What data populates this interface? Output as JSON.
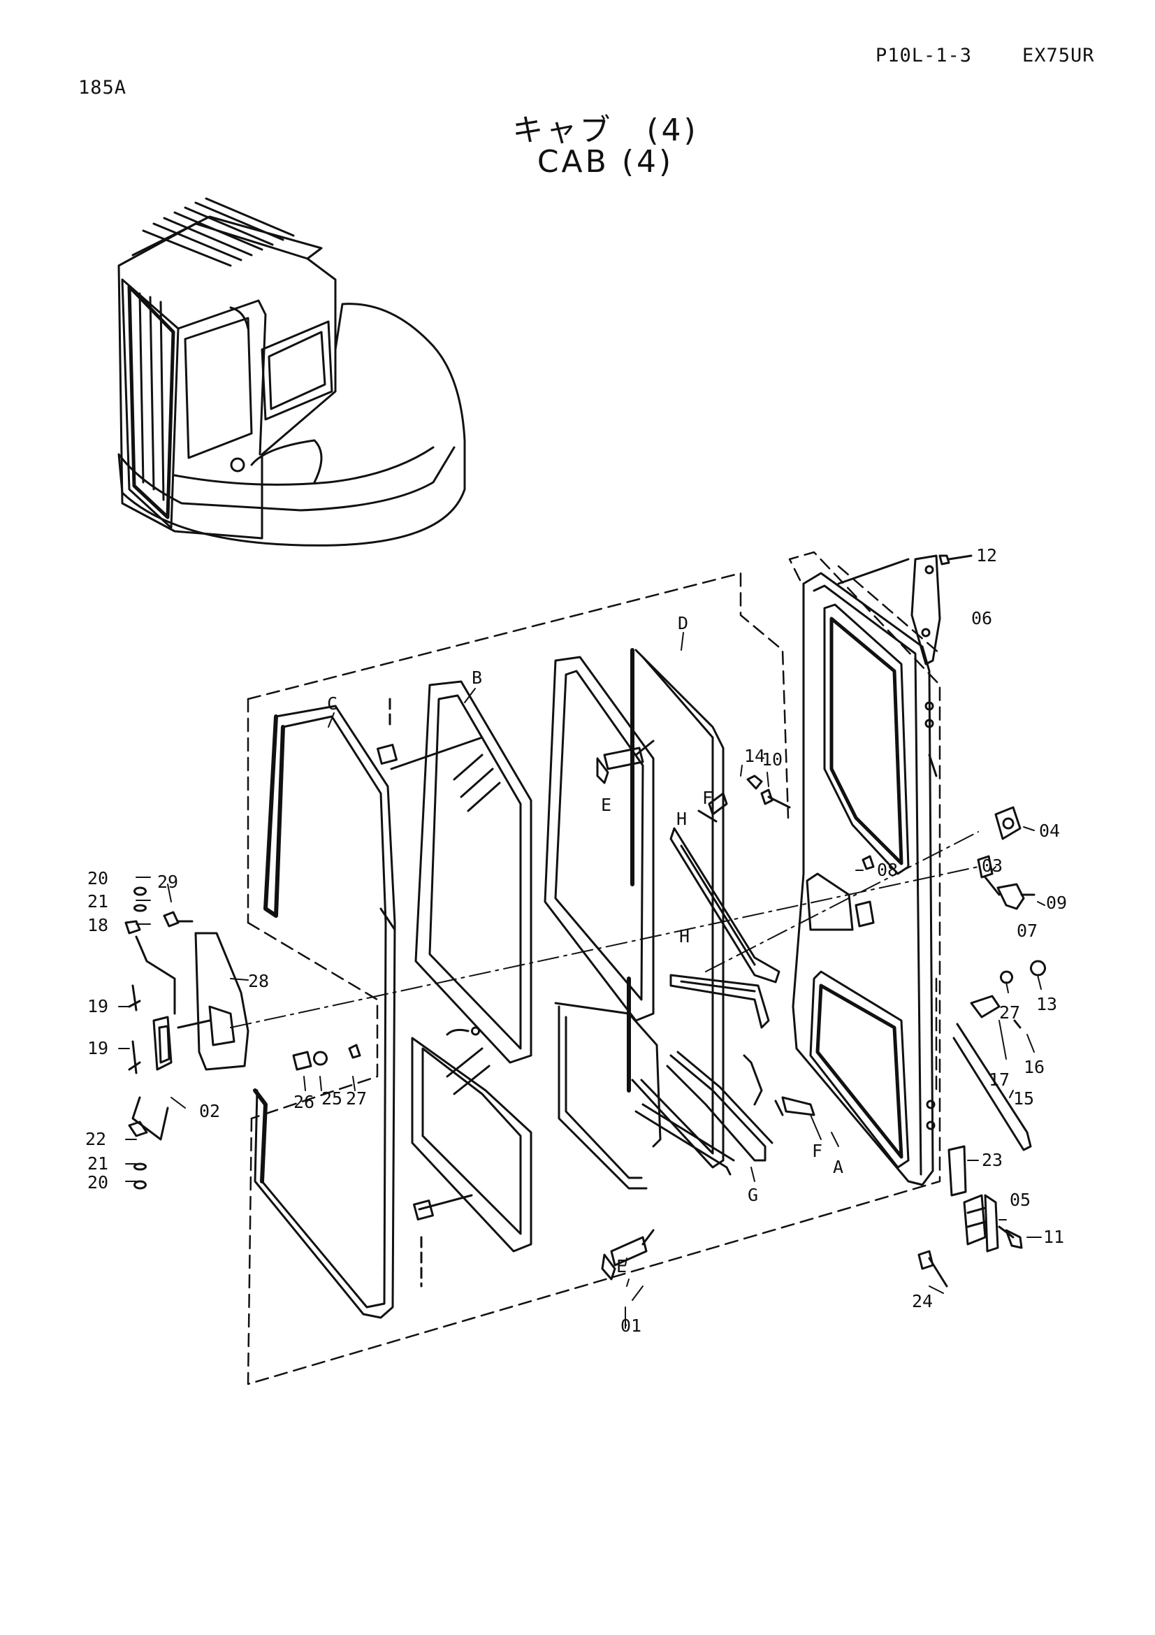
{
  "header": {
    "page_ref": "P10L-1-3",
    "model": "EX75UR",
    "sheet_no": "185A"
  },
  "title": {
    "japanese": "キャブ　(4)",
    "english": "CAB (4)"
  },
  "callouts": {
    "c01": "01",
    "c02": "02",
    "c03": "03",
    "c04": "04",
    "c05": "05",
    "c06": "06",
    "c07": "07",
    "c08": "08",
    "c09": "09",
    "c10": "10",
    "c11": "11",
    "c12": "12",
    "c13": "13",
    "c14": "14",
    "c15": "15",
    "c16": "16",
    "c17": "17",
    "c18": "18",
    "c19a": "19",
    "c19b": "19",
    "c20a": "20",
    "c20b": "20",
    "c21a": "21",
    "c21b": "21",
    "c22": "22",
    "c23": "23",
    "c24": "24",
    "c25": "25",
    "c26": "26",
    "c27a": "27",
    "c27b": "27",
    "c28": "28",
    "c29": "29",
    "A": "A",
    "B": "B",
    "C": "C",
    "D": "D",
    "Ea": "E",
    "Eb": "E",
    "Fa": "F",
    "Fb": "F",
    "G": "G",
    "Ha": "H",
    "Hb": "H"
  }
}
